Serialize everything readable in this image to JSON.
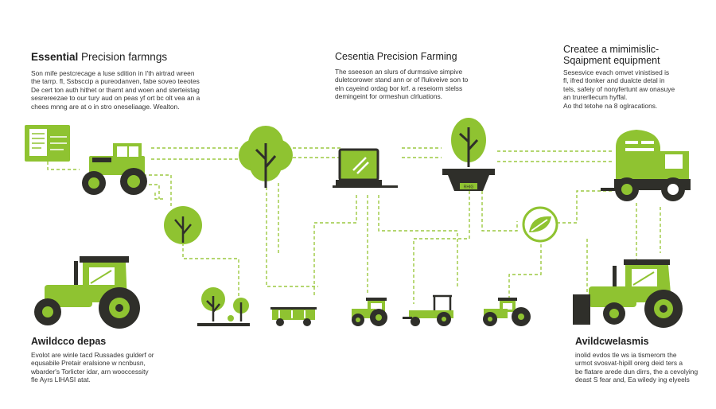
{
  "colors": {
    "green": "#8fc331",
    "dark": "#2f2f2a",
    "line": "#9cc940",
    "black": "#1f1f1f"
  },
  "blocks": {
    "top_left": {
      "title_bold": "Essential",
      "title_rest": " Precision farmngs",
      "lines": [
        "Son mife pestcrecage a luse sdition in I'th airtrad wreen",
        "the tarrp. fl, Ssbsccip a pureodanven, fabe soveo teeotes",
        "De cert ton auth hithet or tharnt and woen and sterteistag",
        "sesrereezae to our tury aud on peas yf ort bc olt vea an a",
        "chees mnng are at o in stro oneseliaage. Wealton."
      ]
    },
    "top_center": {
      "title": "Cesentia Precision Farming",
      "lines": [
        "The sseeson an slurs of durmssive simpive",
        "duletcorower stand ann or of l'lukveive son to",
        "eln cayeind ordag bor krf. a reseiorm stelss",
        "demingeint for ormeshun clrluations."
      ]
    },
    "top_right": {
      "title_line1": "Createe a mimimislic-",
      "title_line2": "Sqaipment equipment",
      "lines": [
        "Sesesvice evach omvet vinistised is",
        "fl, ifred tlonker and dualcte detal in",
        "tels, safeiy of nonyfertunt aw onasuye",
        "an trurerllecum hyffal.",
        "Ao thd tetohe na 8 oglracations."
      ]
    },
    "bottom_left": {
      "title": "Awildcco depas",
      "lines": [
        "Evolot are winle tacd Russades gulderf or",
        "equsabile Pretair eralsione w ncnbusn,",
        "wbarder's Torlicter idar, arn wooccessity",
        "fle Ayrs LIHASI atat."
      ]
    },
    "bottom_right": {
      "title": "Avildcwelasmis",
      "lines": [
        "inolid evdos tle ws ia tismerom the",
        "urmot svosvat-hipill orerg deid ters a",
        "be flatare arede dun dirrs, the a cevolying",
        "deast S fear and, Ea wiledy ing elyeels"
      ]
    }
  },
  "icons": {
    "chip_label": "RHIG"
  }
}
